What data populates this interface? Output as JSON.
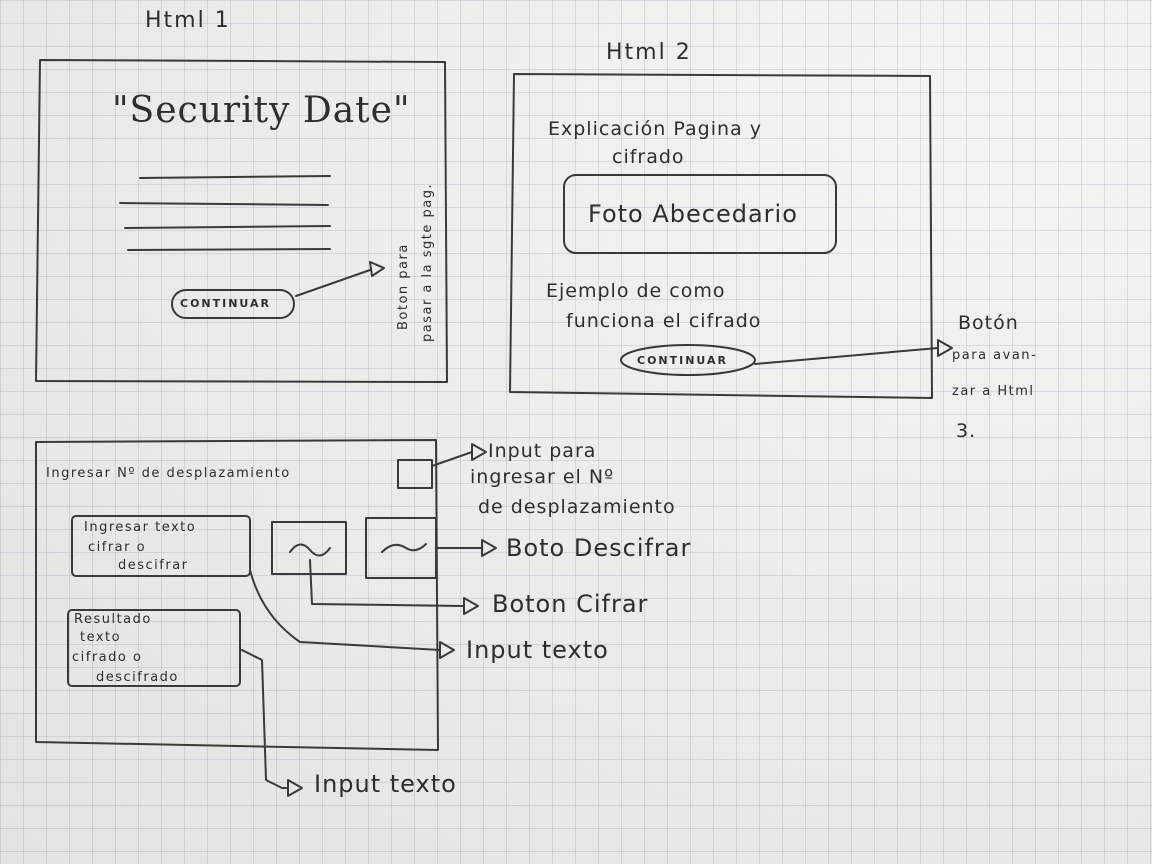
{
  "html1": {
    "title": "Html 1",
    "heading": "\"Security Date\"",
    "continue_button": "CONTINUAR",
    "annotation_line1": "Boton para",
    "annotation_line2": "pasar a la sgte pag."
  },
  "html2": {
    "title": "Html 2",
    "explanation_line1": "Explicación Pagina y",
    "explanation_line2": "cifrado",
    "alphabet_photo": "Foto Abecedario",
    "example_line1": "Ejemplo de como",
    "example_line2": "funciona el cifrado",
    "continue_button": "CONTINUAR",
    "annotation_line1": "Botón",
    "annotation_line2": "para avan-",
    "annotation_line3": "zar a Html",
    "annotation_line4": "3."
  },
  "html3": {
    "shift_label": "Ingresar Nº de desplazamiento",
    "input_text_line1": "Ingresar texto",
    "input_text_line2": "cifrar o",
    "input_text_line3": "descifrar",
    "result_line1": "Resultado",
    "result_line2": "texto",
    "result_line3": "cifrado o",
    "result_line4": "descifrado",
    "annotation_shift_line1": "Input para",
    "annotation_shift_line2": "ingresar el Nº",
    "annotation_shift_line3": "de desplazamiento",
    "annotation_decrypt": "Boto Descifrar",
    "annotation_encrypt": "Boton Cifrar",
    "annotation_input_text": "Input texto",
    "annotation_result": "Input texto"
  }
}
